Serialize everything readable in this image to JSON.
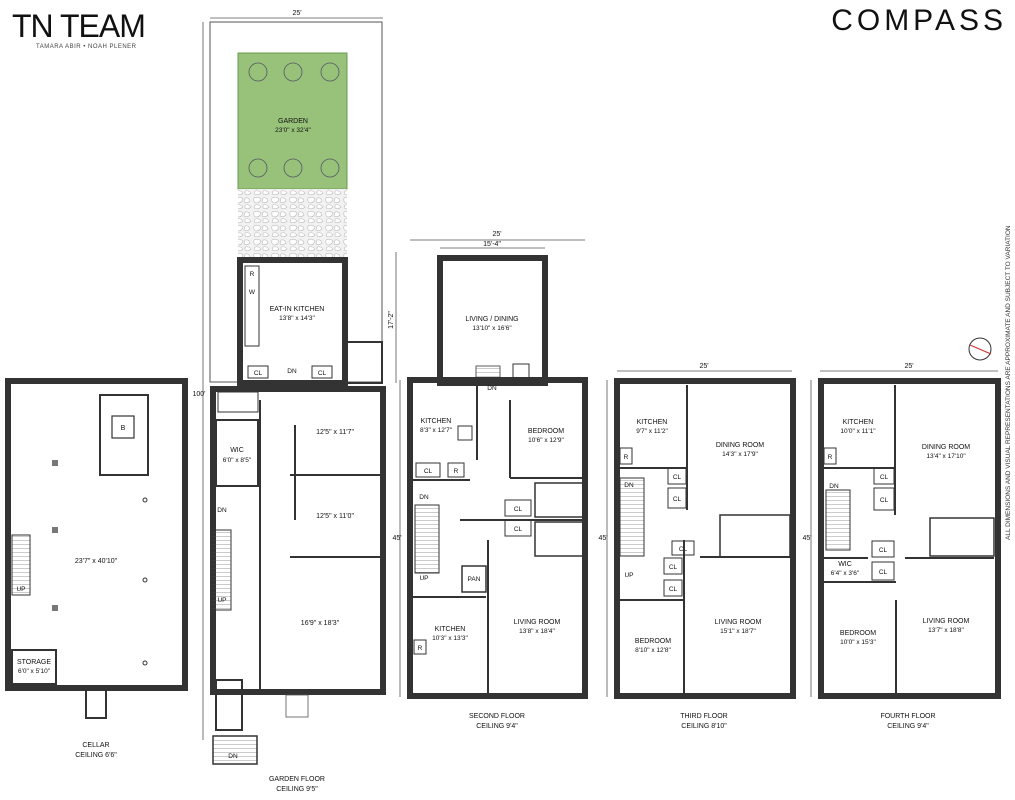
{
  "branding": {
    "team": "TN TEAM",
    "team_members": "TAMARA ABIR • NOAH PLENER",
    "brokerage": "COMPASS"
  },
  "disclaimer": "ALL DIMENSIONS AND VISUAL REPRESENTATIONS ARE APPROXIMATE AND SUBJECT TO VARIATION",
  "cellar": {
    "name": "CELLAR",
    "ceiling": "CEILING 6'6\"",
    "main_room": "23'7\" x 40'10\"",
    "storage_label": "STORAGE",
    "storage_dim": "6'0\" x 5'10\"",
    "boiler": "B",
    "stair_up": "UP"
  },
  "garden_floor": {
    "name": "GARDEN FLOOR",
    "ceiling": "CEILING 9'5\"",
    "lot_width": "25'",
    "lot_depth": "100'",
    "extension_depth": "17'-2\"",
    "garden_label": "GARDEN",
    "garden_dim": "23'0\" x 32'4\"",
    "kitchen_label": "EAT-IN KITCHEN",
    "kitchen_dim": "13'8\" x 14'3\"",
    "room1_dim": "12'5\" x 11'7\"",
    "room2_dim": "12'5\" x 11'0\"",
    "room3_dim": "16'9\" x 18'3\"",
    "wic_label": "WIC",
    "wic_dim": "6'0\" x 8'5\"",
    "cl": "CL",
    "r": "R",
    "w": "W",
    "dn": "DN",
    "up": "UP"
  },
  "second_floor": {
    "name": "SECOND FLOOR",
    "ceiling": "CEILING 9'4\"",
    "width": "25'",
    "ext_width": "15'-4\"",
    "depth": "45'",
    "living_dining_label": "LIVING / DINING",
    "living_dining_dim": "13'10\" x 16'6\"",
    "kitchen1_label": "KITCHEN",
    "kitchen1_dim": "8'3\" x 12'7\"",
    "bedroom_label": "BEDROOM",
    "bedroom_dim": "10'6\" x 12'9\"",
    "kitchen2_label": "KITCHEN",
    "kitchen2_dim": "10'3\" x 13'3\"",
    "living_label": "LIVING ROOM",
    "living_dim": "13'8\" x 18'4\"",
    "pan": "PAN",
    "cl": "CL",
    "r": "R",
    "dn": "DN",
    "up": "UP"
  },
  "third_floor": {
    "name": "THIRD FLOOR",
    "ceiling": "CEILING 8'10\"",
    "width": "25'",
    "depth": "45'",
    "kitchen_label": "KITCHEN",
    "kitchen_dim": "9'7\" x 11'2\"",
    "dining_label": "DINING ROOM",
    "dining_dim": "14'3\" x 17'9\"",
    "bedroom_label": "BEDROOM",
    "bedroom_dim": "8'10\" x 12'8\"",
    "living_label": "LIVING ROOM",
    "living_dim": "15'1\" x 18'7\"",
    "cl": "CL",
    "r": "R",
    "dn": "DN",
    "up": "UP"
  },
  "fourth_floor": {
    "name": "FOURTH FLOOR",
    "ceiling": "CEILING 9'4\"",
    "width": "25'",
    "depth": "45'",
    "kitchen_label": "KITCHEN",
    "kitchen_dim": "10'0\" x 11'1\"",
    "dining_label": "DINING ROOM",
    "dining_dim": "13'4\" x 17'10\"",
    "wic_label": "WIC",
    "wic_dim": "6'4\" x 3'6\"",
    "bedroom_label": "BEDROOM",
    "bedroom_dim": "10'0\" x 15'3\"",
    "living_label": "LIVING ROOM",
    "living_dim": "13'7\" x 18'8\"",
    "cl": "CL",
    "r": "R",
    "dn": "DN"
  }
}
